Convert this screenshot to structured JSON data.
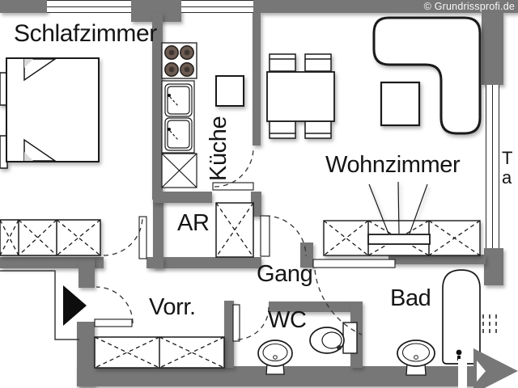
{
  "watermark": "© Grundrissprofi.de",
  "rooms": {
    "schlafzimmer": "Schlafzimmer",
    "kueche": "Küche",
    "wohnzimmer": "Wohnzimmer",
    "abstellraum": "AR",
    "gang": "Gang",
    "vorraum": "Vorr.",
    "wc": "WC",
    "bad": "Bad"
  },
  "edge_text": {
    "line1": "T",
    "line2": "a"
  },
  "colors": {
    "wall": "#777777",
    "line": "#1a1a1a",
    "burner": "#65564e",
    "entrance_marker": "#0d0d0d"
  },
  "furniture": [
    "double-bed",
    "nightstands",
    "bedroom-wardrobe",
    "stove-4-burners",
    "double-sink",
    "kitchen-cabinet",
    "fridge",
    "dining-table",
    "four-chairs",
    "corner-sofa",
    "coffee-table",
    "tv-sideboard",
    "tv",
    "storage-closet",
    "hall-wardrobe",
    "wc-hand-basin",
    "toilet",
    "bath-sink",
    "bathtub",
    "entrance-door",
    "room-doors"
  ]
}
